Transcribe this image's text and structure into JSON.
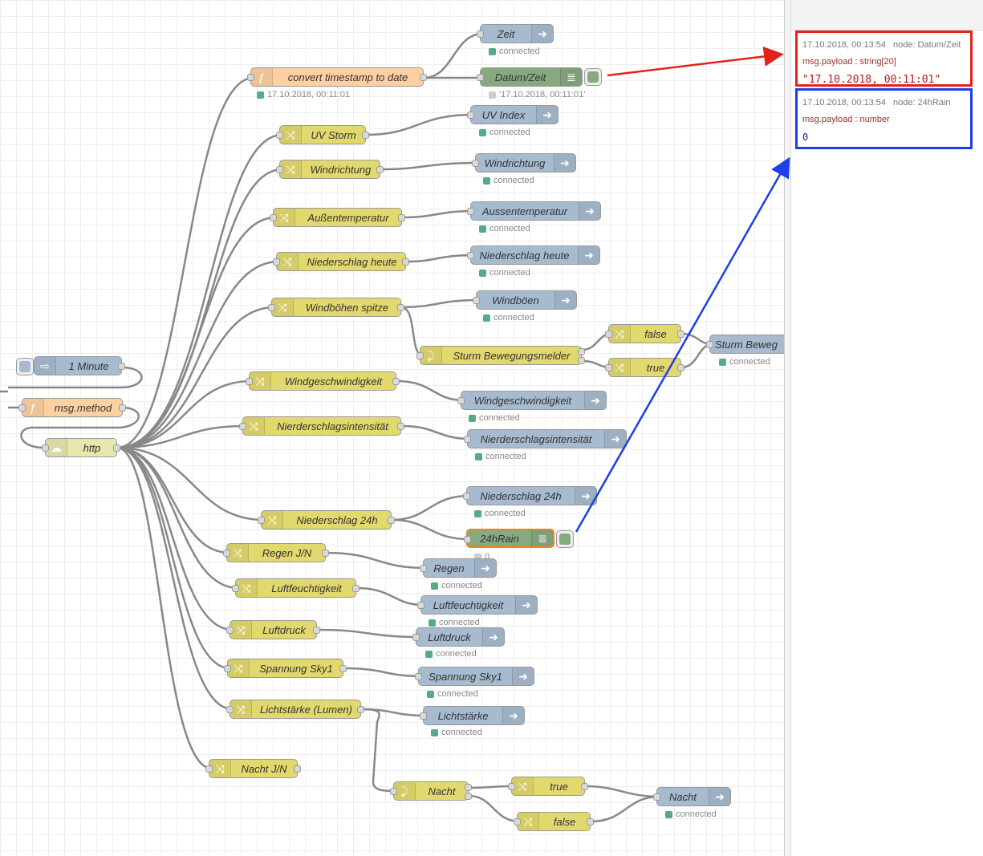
{
  "nodes": {
    "inject": "1 Minute",
    "method": "msg.method",
    "http": "http",
    "convert": "convert timestamp to date",
    "uvstorm": "UV Storm",
    "windrichtung_c": "Windrichtung",
    "aussen_c": "Außentemperatur",
    "niederschlag_c": "Niederschlag heute",
    "windboen_c": "Windböhen spitze",
    "sturm_switch": "Sturm Bewegungsmelder",
    "false1": "false",
    "true1": "true",
    "windgesch_c": "Windgeschwindigkeit",
    "nierder_c": "Nierderschlagsintensität",
    "n24_c": "Niederschlag 24h",
    "regen_c": "Regen J/N",
    "luftf_c": "Luftfeuchtigkeit",
    "luftd_c": "Luftdruck",
    "spann_c": "Spannung Sky1",
    "licht_c": "Lichtstärke (Lumen)",
    "nacht_c": "Nacht J/N",
    "nacht_switch": "Nacht",
    "true2": "true",
    "false2": "false",
    "zeit": "Zeit",
    "datumzeit": "Datum/Zeit",
    "uvindex": "UV Index",
    "windrichtung_m": "Windrichtung",
    "aussen_m": "Aussentemperatur",
    "niederschlag_m": "Niederschlag heute",
    "windboen_m": "Windböen",
    "sturm_m": "Sturm Beweg",
    "windgesch_m": "Windgeschwindigkeit",
    "nierder_m": "Nierderschlagsintensität",
    "n24_m": "Niederschlag 24h",
    "rain24": "24hRain",
    "regen_m": "Regen",
    "luftf_m": "Luftfeuchtigkeit",
    "luftd_m": "Luftdruck",
    "spann_m": "Spannung Sky1",
    "licht_m": "Lichtstärke",
    "nacht_m": "Nacht"
  },
  "status": {
    "connected": "connected",
    "convert": "17.10.2018, 00:11:01",
    "datumzeit": "'17.10.2018, 00:11:01'",
    "rain24": "0"
  },
  "debug": {
    "msg1": {
      "time": "17.10.2018, 00:13:54",
      "node": "node: Datum/Zeit",
      "prop": "msg.payload : string[20]",
      "value": "\"17.10.2018, 00:11:01\""
    },
    "msg2": {
      "time": "17.10.2018, 00:13:54",
      "node": "node: 24hRain",
      "prop": "msg.payload : number",
      "value": "0"
    }
  },
  "colors": {
    "highlight_red": "#e4221c",
    "highlight_blue": "#1e3ee6",
    "connected_dot": "#55aa88"
  }
}
